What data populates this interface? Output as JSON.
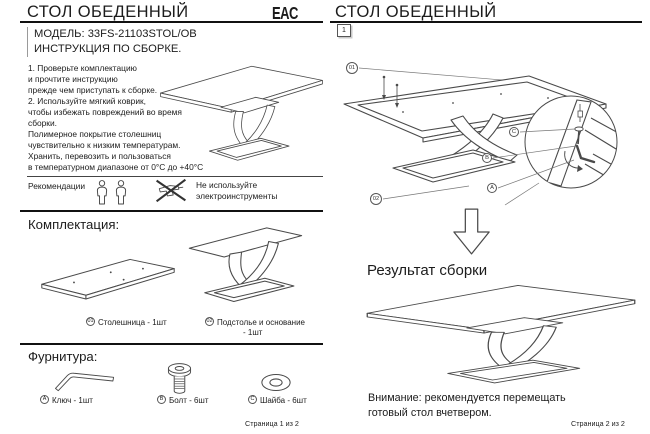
{
  "page1": {
    "title": "СТОЛ ОБЕДЕННЫЙ",
    "eac_mark": "EAC",
    "model_line1": "МОДЕЛЬ: 33FS-21103STOL/OB",
    "model_line2": "ИНСТРУКЦИЯ ПО СБОРКЕ.",
    "steps": "1. Проверьте комплектацию\nи прочтите инструкцию\nпрежде чем приступать к сборке.\n2. Используйте мягкий коврик,\nчтобы избежать повреждений во время сборки.",
    "material_warning": "Полимерное покрытие столешниц\nчувствительно к низким температурам.\nХранить, перевозить и пользоваться\nв температурном диапазоне от 0°С до +40°С",
    "recommendations_label": "Рекомендации",
    "no_power_tools_label": "Не используйте электроинструменты",
    "components": {
      "heading": "Комплектация:",
      "item1_num": "01",
      "item1_label": "Столешница - 1шт",
      "item2_num": "02",
      "item2_label": "Подстолье и основание",
      "item2_qty": "- 1шт"
    },
    "hardware": {
      "heading": "Фурнитура:",
      "item1_letter": "A",
      "item1_label": "Ключ - 1шт",
      "item2_letter": "B",
      "item2_label": "Болт - 6шт",
      "item3_letter": "C",
      "item3_label": "Шайба - 6шт"
    },
    "page_number": "Страница 1 из 2"
  },
  "page2": {
    "title": "СТОЛ ОБЕДЕННЫЙ",
    "step_box": "1",
    "callout_01": "01",
    "callout_02": "02",
    "callout_a": "A",
    "callout_b": "B",
    "callout_c": "C",
    "result_heading": "Результат сборки",
    "attention": "Внимание: рекомендуется перемещать\nготовый стол вчетвером.",
    "page_number": "Страница 2 из 2"
  },
  "colors": {
    "ink": "#1c1c1c",
    "line_art": "#4a4a4a",
    "paper": "#ffffff"
  }
}
